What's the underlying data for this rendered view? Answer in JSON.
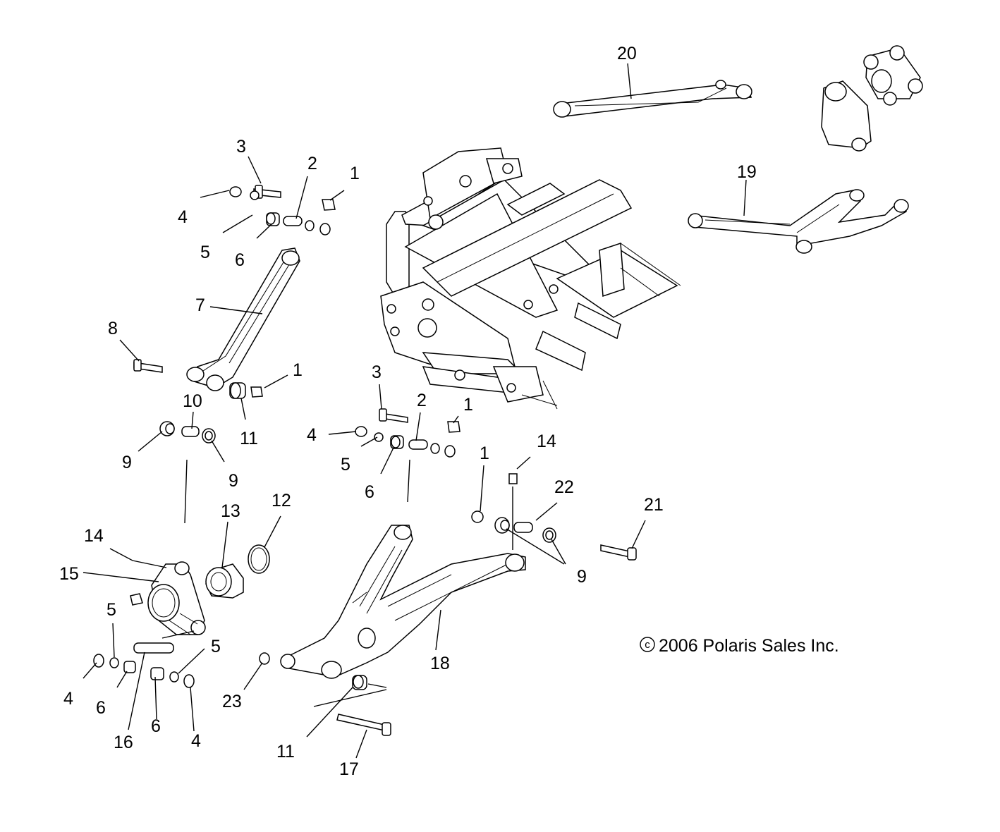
{
  "callouts": {
    "c1a": "1",
    "c1b": "1",
    "c1c": "1",
    "c1d": "1",
    "c2a": "2",
    "c2b": "2",
    "c3a": "3",
    "c3b": "3",
    "c4a": "4",
    "c4b": "4",
    "c4c": "4",
    "c4d": "4",
    "c5a": "5",
    "c5b": "5",
    "c5c": "5",
    "c5d": "5",
    "c6a": "6",
    "c6b": "6",
    "c6c": "6",
    "c6d": "6",
    "c7": "7",
    "c8": "8",
    "c9a": "9",
    "c9b": "9",
    "c9c": "9",
    "c10": "10",
    "c11a": "11",
    "c11b": "11",
    "c12": "12",
    "c13": "13",
    "c14a": "14",
    "c14b": "14",
    "c15": "15",
    "c16": "16",
    "c17": "17",
    "c18": "18",
    "c19": "19",
    "c20": "20",
    "c21": "21",
    "c22": "22",
    "c23": "23"
  },
  "copyright": "2006 Polaris Sales Inc.",
  "copyright_symbol": "c"
}
